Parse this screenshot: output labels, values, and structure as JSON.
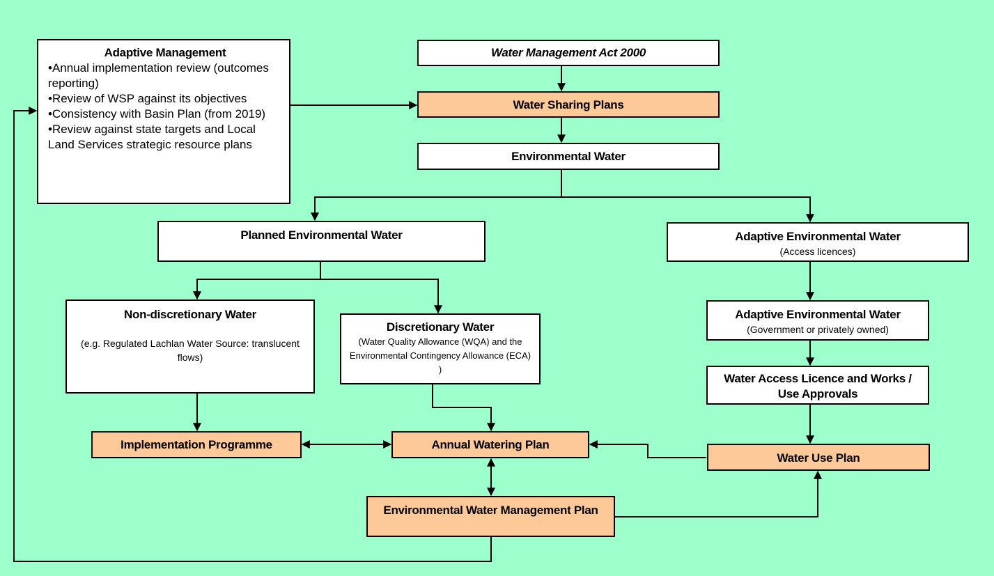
{
  "adaptive_management": {
    "title": "Adaptive Management",
    "items": [
      "•Annual implementation review (outcomes reporting)",
      "•Review of WSP against its objectives",
      "•Consistency with Basin Plan (from 2019)",
      "•Review against state targets and Local Land Services strategic resource plans"
    ]
  },
  "water_management_act": {
    "title": "Water Management Act 2000"
  },
  "water_sharing_plans": {
    "title": "Water Sharing Plans"
  },
  "environmental_water": {
    "title": "Environmental Water"
  },
  "planned_environmental_water": {
    "title": "Planned Environmental Water"
  },
  "adaptive_environmental_water": {
    "title": "Adaptive Environmental Water",
    "subtitle": "(Access licences)"
  },
  "non_discretionary_water": {
    "title": "Non-discretionary Water",
    "subtitle": "(e.g. Regulated Lachlan Water Source: translucent flows)"
  },
  "discretionary_water": {
    "title": "Discretionary Water",
    "subtitle": "(Water Quality Allowance (WQA) and the Environmental Contingency Allowance (ECA) )"
  },
  "adaptive_environmental_water_owned": {
    "title": "Adaptive Environmental Water",
    "subtitle": "(Government or privately owned)"
  },
  "water_access_licence": {
    "title": "Water Access Licence and Works / Use Approvals"
  },
  "implementation_programme": {
    "title": "Implementation Programme"
  },
  "annual_watering_plan": {
    "title": "Annual Watering Plan"
  },
  "water_use_plan": {
    "title": "Water Use Plan"
  },
  "environmental_water_management_plan": {
    "title": "Environmental Water Management Plan"
  },
  "colors": {
    "background": "#9cffcc",
    "box_fill": "#ffffff",
    "highlight_fill": "#fdc999",
    "line": "#000000"
  }
}
